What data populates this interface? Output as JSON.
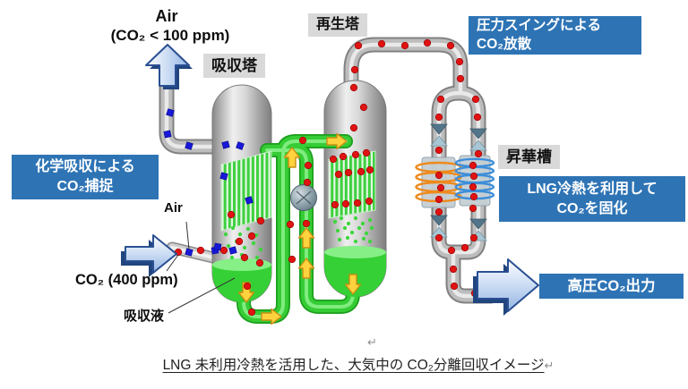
{
  "colors": {
    "callout_blue": "#2E74B5",
    "label_gray": "#D9D9D9",
    "solvent_green": "#35CC35",
    "co2_dot_red": "#E01212",
    "air_dot_blue": "#1818D8",
    "flow_arrow_yellow": "#FFD23E",
    "big_arrow_blue": "#2A4F92"
  },
  "labels": {
    "air_out_title": "Air",
    "air_out_sub": "(CO₂ < 100 ppm)",
    "absorber_tower": "吸収塔",
    "regenerator_tower": "再生塔",
    "sublimation_tank": "昇華槽",
    "air_in": "Air",
    "co2_in": "CO₂ (400 ppm)",
    "absorbent": "吸収液"
  },
  "callouts": {
    "chemical_absorption": {
      "line1": "化学吸収による",
      "line2": "CO₂捕捉"
    },
    "pressure_swing": {
      "line1": "圧力スイングによる",
      "line2": "CO₂放散"
    },
    "lng_cooling": {
      "line1": "LNG冷熱を利用して",
      "line2": "CO₂を固化"
    },
    "high_pressure_output": "高圧CO₂出力"
  },
  "caption": {
    "text": "LNG 未利用冷熱を活用した、大気中の CO₂分離回収イメージ",
    "return_mark": "↵"
  }
}
